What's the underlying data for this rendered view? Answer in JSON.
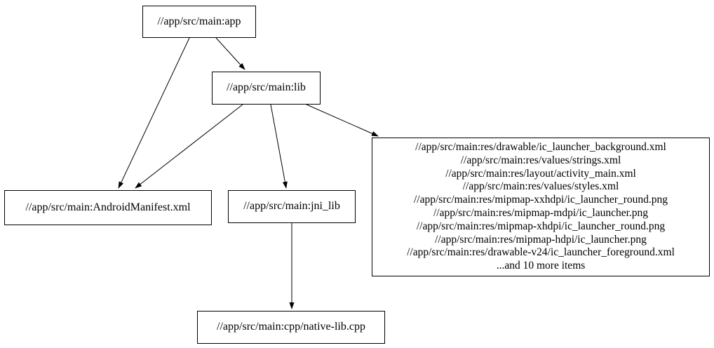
{
  "diagram": {
    "type": "directed-dependency-graph",
    "background_color": "#ffffff",
    "node_fill_color": "#ffffff",
    "node_border_color": "#000000",
    "edge_color": "#000000",
    "nodes": {
      "app": {
        "label": "//app/src/main:app"
      },
      "lib": {
        "label": "//app/src/main:lib"
      },
      "manifest": {
        "label": "//app/src/main:AndroidManifest.xml"
      },
      "jni_lib": {
        "label": "//app/src/main:jni_lib"
      },
      "res_group": {
        "lines": [
          "//app/src/main:res/drawable/ic_launcher_background.xml",
          "//app/src/main:res/values/strings.xml",
          "//app/src/main:res/layout/activity_main.xml",
          "//app/src/main:res/values/styles.xml",
          "//app/src/main:res/mipmap-xxhdpi/ic_launcher_round.png",
          "//app/src/main:res/mipmap-mdpi/ic_launcher.png",
          "//app/src/main:res/mipmap-xhdpi/ic_launcher_round.png",
          "//app/src/main:res/mipmap-hdpi/ic_launcher.png",
          "//app/src/main:res/drawable-v24/ic_launcher_foreground.xml",
          "...and 10 more items"
        ]
      },
      "native_cpp": {
        "label": "//app/src/main:cpp/native-lib.cpp"
      }
    },
    "edges": [
      {
        "from": "app",
        "to": "lib"
      },
      {
        "from": "app",
        "to": "manifest"
      },
      {
        "from": "lib",
        "to": "manifest"
      },
      {
        "from": "lib",
        "to": "jni_lib"
      },
      {
        "from": "lib",
        "to": "res_group"
      },
      {
        "from": "jni_lib",
        "to": "native_cpp"
      }
    ]
  }
}
